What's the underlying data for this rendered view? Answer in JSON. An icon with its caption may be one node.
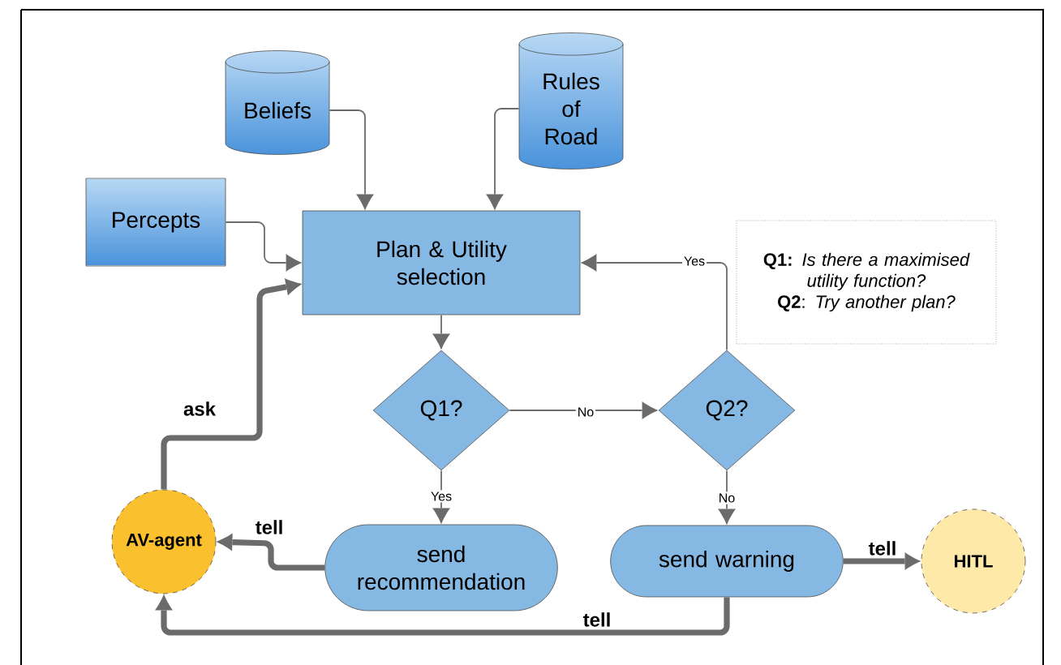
{
  "diagram": {
    "nodes": [
      {
        "text": [
          "Beliefs"
        ]
      },
      {
        "text": [
          "Rules of Road"
        ]
      },
      {
        "text": [
          "Percepts"
        ]
      },
      {
        "text": [
          "Plan & Utility selection"
        ]
      },
      {
        "text": [
          "**Q1:** *Is there a maximised utility function?*",
          "**Q2**: *Try another plan?*"
        ]
      },
      {
        "text": [
          "Q1?"
        ]
      },
      {
        "text": [
          "Q2?"
        ]
      },
      {
        "text": [
          "AV-agent"
        ]
      },
      {
        "text": [
          "send recommendation"
        ]
      },
      {
        "text": [
          "send warning"
        ]
      },
      {
        "text": [
          "HITL"
        ]
      }
    ],
    "edges": [
      {
        "from": 0,
        "to": 3,
        "arrow": "to"
      },
      {
        "from": 1,
        "to": 3,
        "arrow": "to"
      },
      {
        "from": 2,
        "to": 3,
        "arrow": "to"
      },
      {
        "from": 3,
        "to": 5,
        "arrow": "to"
      },
      {
        "from": 5,
        "to": 6,
        "arrow": "to",
        "label": "No"
      },
      {
        "from": 5,
        "to": 8,
        "arrow": "to",
        "label": "Yes"
      },
      {
        "from": 6,
        "to": 3,
        "arrow": "to",
        "label": "Yes"
      },
      {
        "from": 6,
        "to": 9,
        "arrow": "to",
        "label": "No"
      },
      {
        "from": 7,
        "to": 3,
        "arrow": "to",
        "label": "ask",
        "style": "thick"
      },
      {
        "from": 8,
        "to": 7,
        "arrow": "to",
        "label": "tell",
        "style": "thick"
      },
      {
        "from": 9,
        "to": 10,
        "arrow": "to",
        "label": "tell",
        "style": "thick"
      },
      {
        "from": 9,
        "to": 7,
        "arrow": "to",
        "label": "tell",
        "style": "thick"
      }
    ]
  }
}
